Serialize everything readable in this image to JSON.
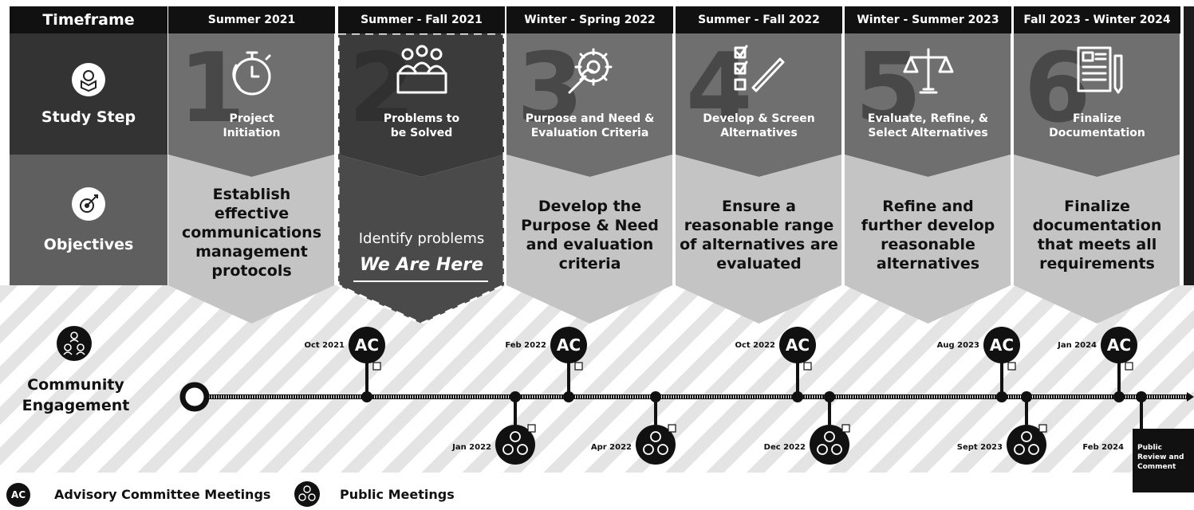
{
  "header": {
    "timeframe_label": "Timeframe",
    "periods": [
      "Summer 2021",
      "Summer - Fall 2021",
      "Winter - Spring 2022",
      "Summer - Fall 2022",
      "Winter - Summer 2023",
      "Fall 2023 - Winter 2024"
    ]
  },
  "rows": {
    "study_step": "Study Step",
    "objectives": "Objectives",
    "community": "Community\nEngagement"
  },
  "steps": [
    {
      "number": "1",
      "title": "Project\nInitiation",
      "objective": "Establish\neffective\ncommunications\nmanagement\nprotocols",
      "icon": "stopwatch-icon"
    },
    {
      "number": "2",
      "title": "Problems to\nbe Solved",
      "objective": "Identify problems",
      "here": "We Are Here",
      "icon": "meeting-table-icon"
    },
    {
      "number": "3",
      "title": "Purpose and Need &\nEvaluation Criteria",
      "objective": "Develop the\nPurpose & Need\nand evaluation\ncriteria",
      "icon": "wrench-gear-icon"
    },
    {
      "number": "4",
      "title": "Develop & Screen\nAlternatives",
      "objective": "Ensure a\nreasonable range\nof alternatives are\nevaluated",
      "icon": "checklist-icon"
    },
    {
      "number": "5",
      "title": "Evaluate, Refine, &\nSelect Alternatives",
      "objective": "Refine and\nfurther develop\nreasonable\nalternatives",
      "icon": "scales-icon"
    },
    {
      "number": "6",
      "title": "Finalize\nDocumentation",
      "objective": "Finalize\ndocumentation\nthat meets all\nrequirements",
      "icon": "document-icon"
    }
  ],
  "ac_meetings": [
    {
      "date": "Oct 2021",
      "label": "AC"
    },
    {
      "date": "Feb 2022",
      "label": "AC"
    },
    {
      "date": "Oct 2022",
      "label": "AC"
    },
    {
      "date": "Aug 2023",
      "label": "AC"
    },
    {
      "date": "Jan 2024",
      "label": "AC"
    }
  ],
  "public_meetings": [
    {
      "date": "Jan 2022"
    },
    {
      "date": "Apr 2022"
    },
    {
      "date": "Dec 2022"
    },
    {
      "date": "Sept 2023"
    },
    {
      "date": "Feb 2024"
    }
  ],
  "public_review": "Public\nReview and\nComment",
  "legend": {
    "ac_badge": "AC",
    "ac_label": "Advisory Committee Meetings",
    "pm_label": "Public Meetings"
  },
  "colors": {
    "black": "#111111",
    "dark_gray": "#3a3a3a",
    "mid_gray": "#6f6f6f",
    "light_gray": "#c4c4c4"
  }
}
